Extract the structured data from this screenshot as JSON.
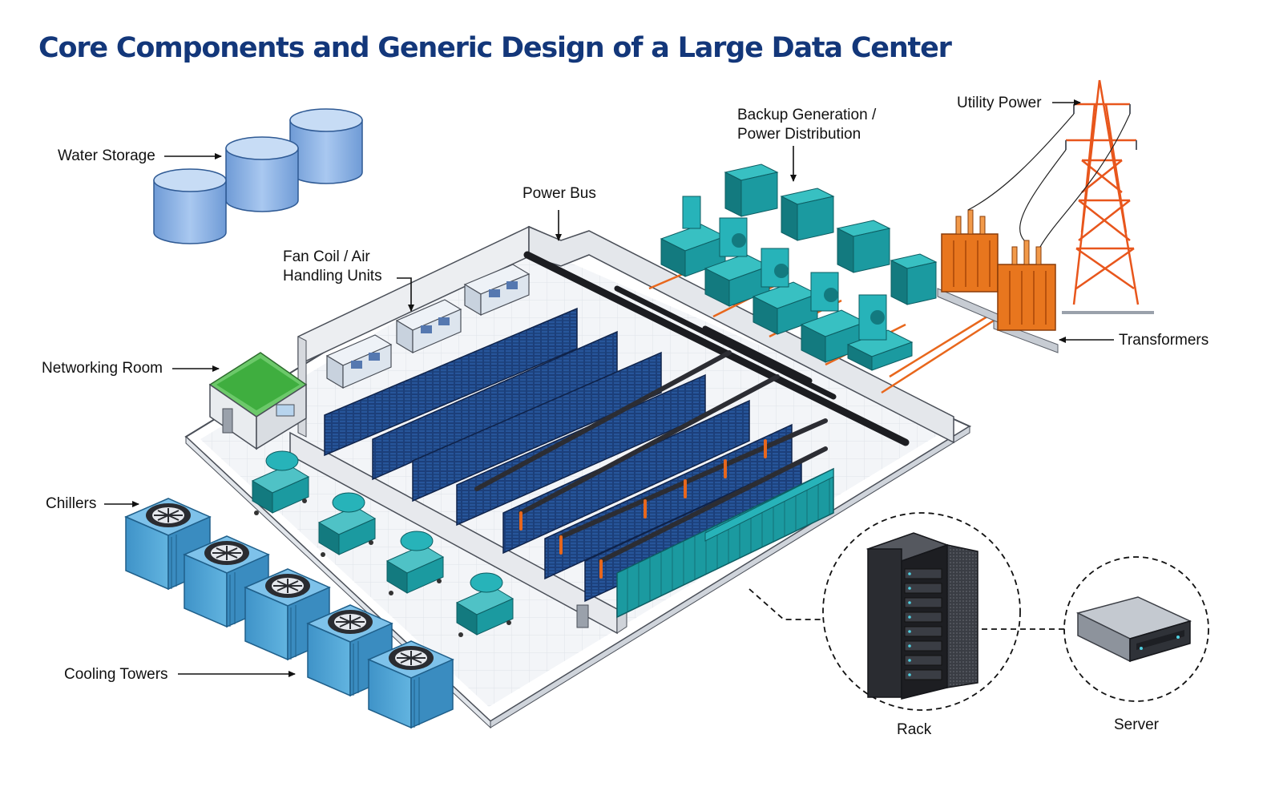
{
  "title": "Core Components and Generic Design of a Large Data Center",
  "labels": {
    "water_storage": "Water Storage",
    "power_bus": "Power Bus",
    "backup_generation_1": "Backup Generation /",
    "backup_generation_2": "Power Distribution",
    "utility_power": "Utility Power",
    "fan_coil_1": "Fan Coil / Air",
    "fan_coil_2": "Handling Units",
    "networking_room": "Networking Room",
    "transformers": "Transformers",
    "chillers": "Chillers",
    "cooling_towers": "Cooling Towers",
    "rack": "Rack",
    "server": "Server"
  },
  "colors": {
    "title": "#13377a",
    "rack_blue": "#1c3f7a",
    "teal": "#1b9aa0",
    "orange": "#e8671c",
    "water_blue": "#8cb4e6",
    "tower_blue": "#4fa6d6",
    "network_green": "#3fae3f"
  }
}
